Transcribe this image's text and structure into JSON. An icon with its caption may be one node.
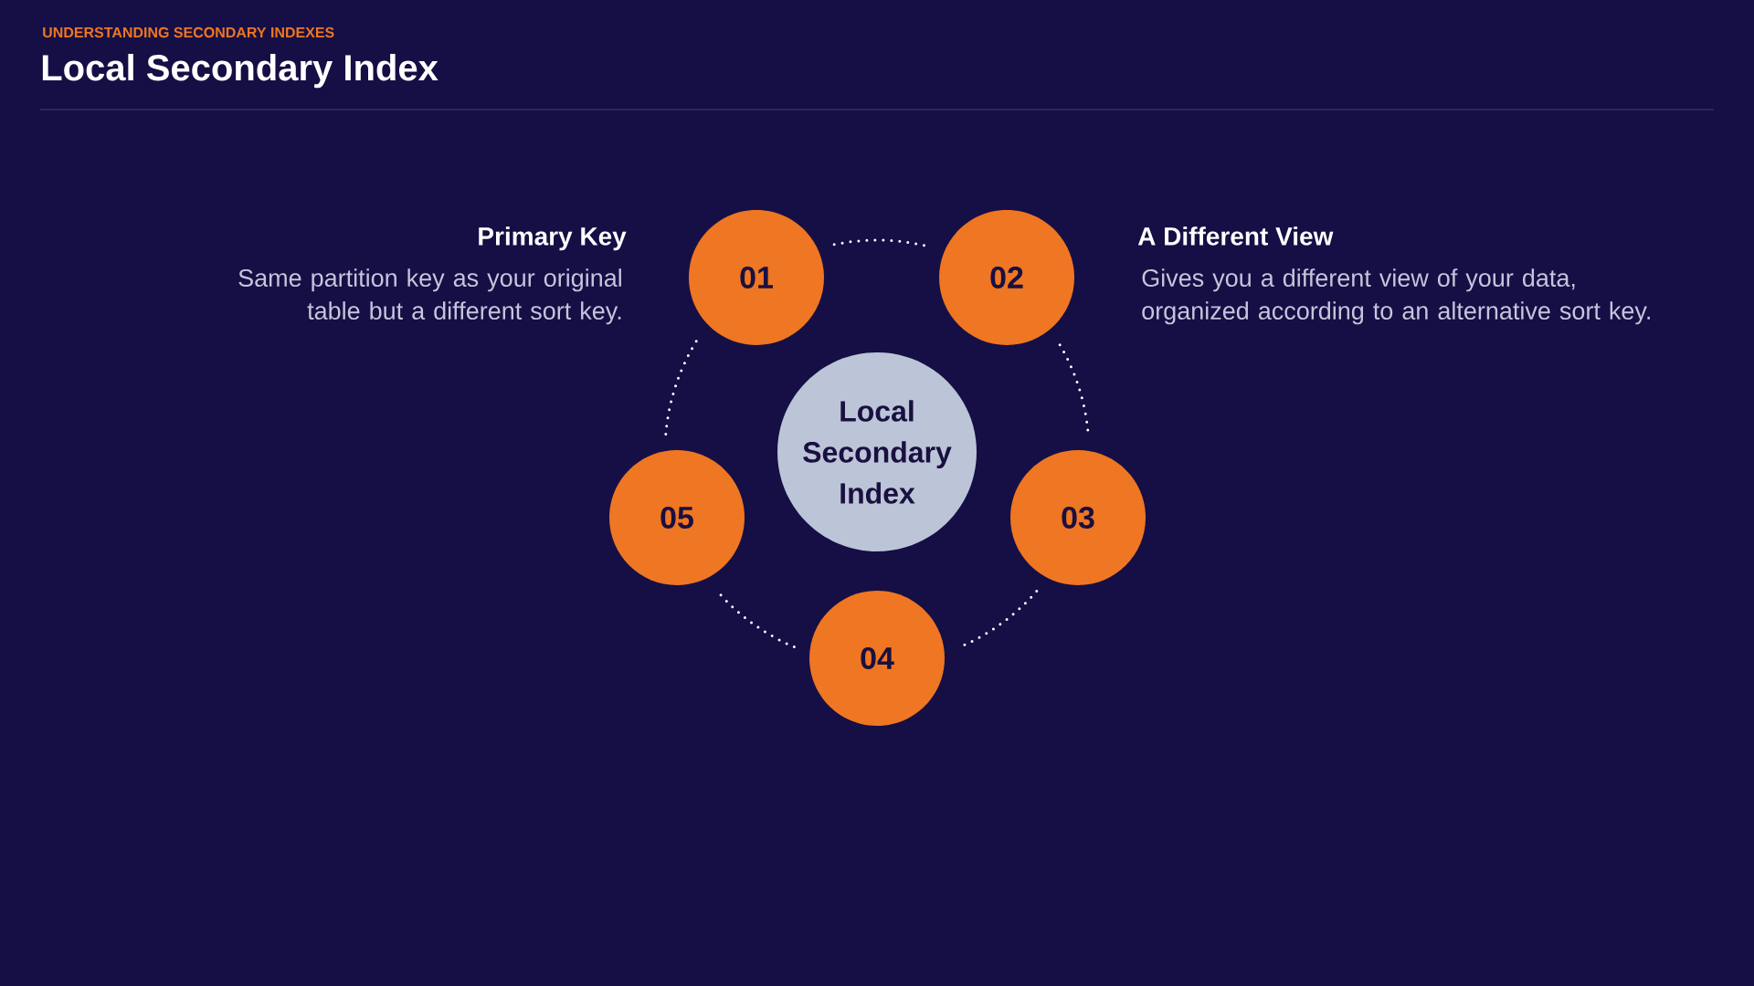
{
  "diagram": {
    "title": "Local Secondary Index",
    "nodes": [
      {
        "text": [
          "01"
        ],
        "beside": [
          "Primary Key",
          "Same partition key as your original table but a different sort key."
        ]
      },
      {
        "text": [
          "02"
        ],
        "beside": [
          "A Different View",
          "Gives you a different view of your data, organized according to an alternative sort key."
        ]
      },
      {
        "text": [
          "Local Secondary Index"
        ]
      },
      {
        "text": [
          "03"
        ]
      },
      {
        "text": [
          "04"
        ]
      },
      {
        "text": [
          "05"
        ]
      }
    ],
    "edges": [
      {
        "from": 0,
        "to": 1,
        "arrow": "none",
        "style": "dashed"
      },
      {
        "from": 1,
        "to": 3,
        "arrow": "none",
        "style": "dashed"
      },
      {
        "from": 3,
        "to": 4,
        "arrow": "none",
        "style": "dashed"
      },
      {
        "from": 4,
        "to": 5,
        "arrow": "none",
        "style": "dashed"
      },
      {
        "from": 5,
        "to": 0,
        "arrow": "none",
        "style": "dashed"
      }
    ],
    "labels": [
      "UNDERSTANDING SECONDARY INDEXES"
    ]
  }
}
